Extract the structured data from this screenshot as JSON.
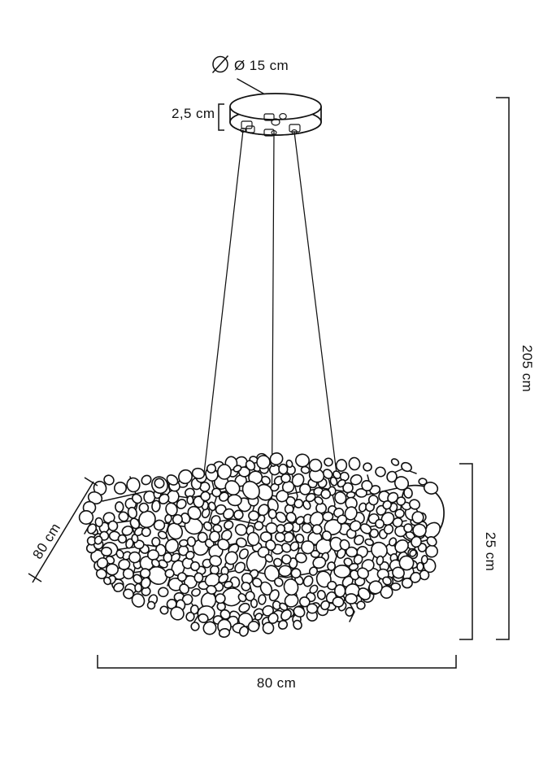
{
  "drawing": {
    "title": "Pendant Lamp Technical Dimension Drawing",
    "product": "Cluster / bubble pendant lamp",
    "line_color": "#111111",
    "background_color": "#ffffff",
    "units": "cm"
  },
  "dimensions": {
    "canopy_diameter": {
      "label": "Ø 15 cm",
      "value": 15,
      "unit": "cm",
      "symbol": "diameter-symbol",
      "description": "Ceiling canopy diameter, leader line to canopy top"
    },
    "canopy_height": {
      "label": "2,5 cm",
      "value": 2.5,
      "unit": "cm",
      "description": "Ceiling canopy height, left bracket"
    },
    "total_height": {
      "label": "205 cm",
      "value": 205,
      "unit": "cm",
      "description": "Maximum overall drop from ceiling to bottom of shade, outer right bracket"
    },
    "shade_height": {
      "label": "25 cm",
      "value": 25,
      "unit": "cm",
      "description": "Height of the bubble cluster shade, inner right bracket"
    },
    "shade_width": {
      "label": "80 cm",
      "value": 80,
      "unit": "cm",
      "description": "Shade width, bottom horizontal bracket"
    },
    "shade_depth": {
      "label": "80 cm",
      "value": 80,
      "unit": "cm",
      "description": "Shade depth, left diagonal bracket"
    }
  },
  "parts": {
    "canopy": "ceiling-canopy",
    "cables": "suspension-cables",
    "shade": "bubble-cluster-shade"
  }
}
